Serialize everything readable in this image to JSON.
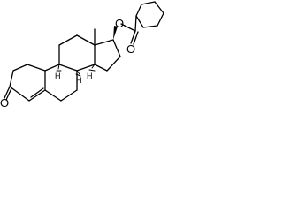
{
  "diagram": {
    "atom_labels": {
      "ketone_oxygen": "O",
      "ester_oxygen": "O",
      "carbonyl_oxygen": "O",
      "h_c8": "H",
      "h_c9": "H",
      "h_c14": "H"
    },
    "line_color": "#000000",
    "background_color": "#ffffff"
  }
}
